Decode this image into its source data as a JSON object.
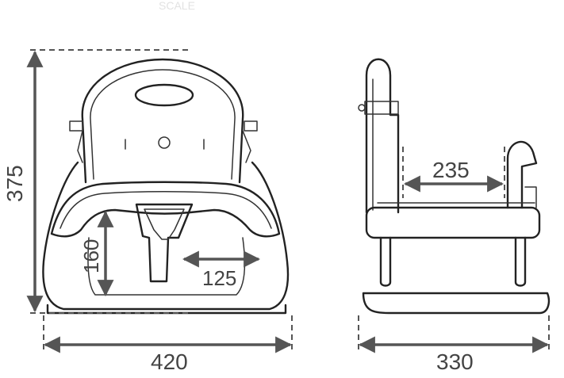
{
  "header_faint_text": "SCALE",
  "dimensions": {
    "front_height": "375",
    "front_width": "420",
    "seat_height": "160",
    "seat_depth_front": "125",
    "side_depth": "235",
    "side_width": "330"
  },
  "colors": {
    "outline": "#222222",
    "dimension": "#555555",
    "text": "#444444"
  }
}
